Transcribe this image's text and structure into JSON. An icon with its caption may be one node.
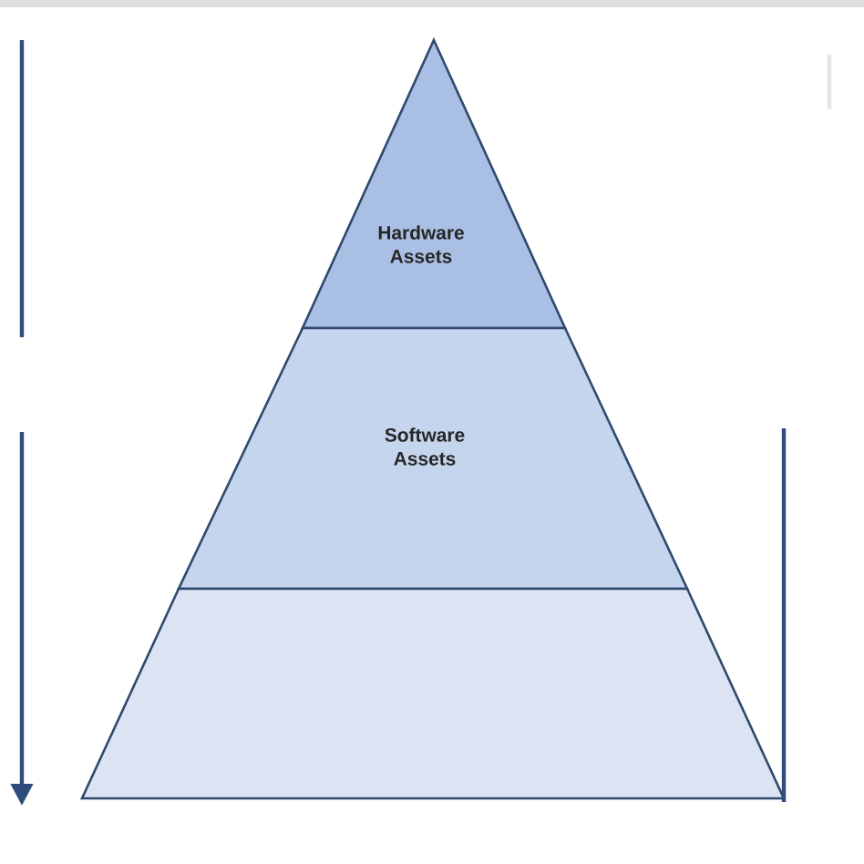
{
  "diagram": {
    "nodes": [
      {
        "text": [
          "Hardware Assets"
        ]
      },
      {
        "text": [
          "Software Assets"
        ]
      },
      {
        "text": [],
        "shape": "trapezoid"
      }
    ]
  }
}
